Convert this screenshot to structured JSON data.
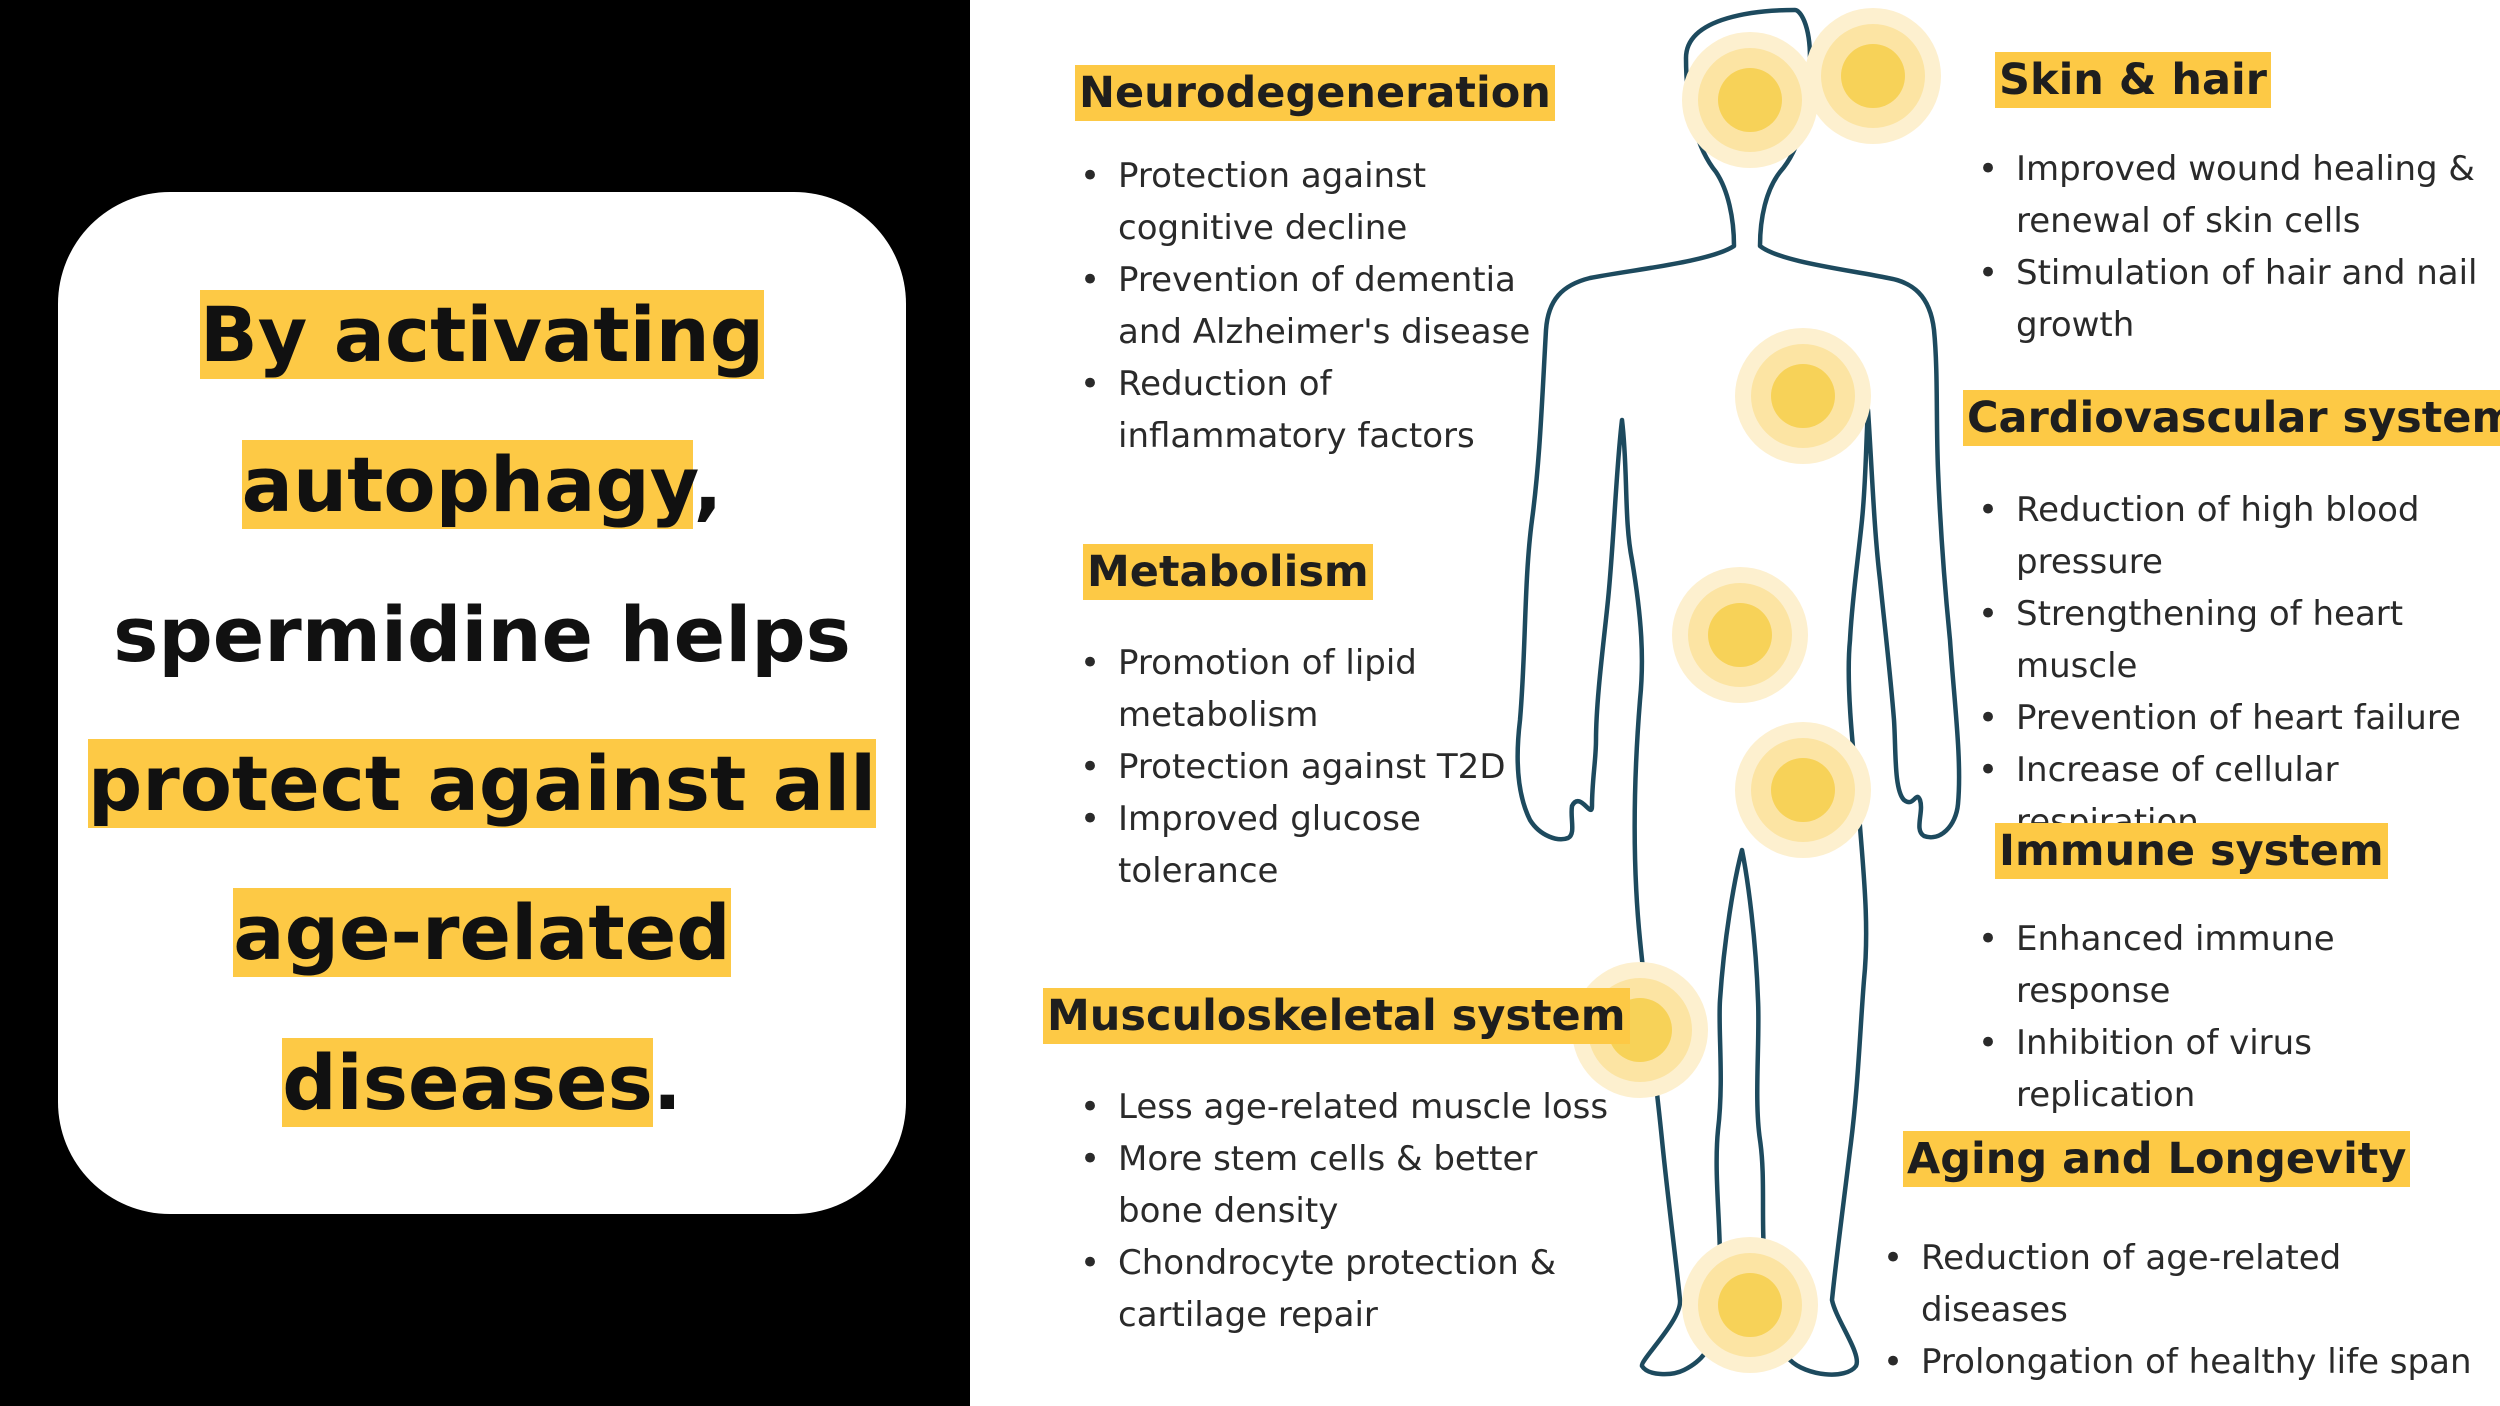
{
  "claim": {
    "line1": "By activating ",
    "line2_hl": "autophagy",
    "line2_rest": ",",
    "line3": "spermidine helps",
    "line4": "protect against all ",
    "line5": "age-related ",
    "line6_hl": "diseases",
    "line6_rest": "."
  },
  "sections": [
    {
      "title": "Neurodegeneration",
      "items": [
        [
          "Protection against",
          "cognitive decline"
        ],
        [
          "Prevention of dementia",
          "and Alzheimer's disease"
        ],
        [
          "Reduction of",
          "inflammatory factors"
        ]
      ]
    },
    {
      "title": "Metabolism",
      "items": [
        [
          "Promotion of lipid",
          "metabolism"
        ],
        [
          "Protection against T2D"
        ],
        [
          "Improved glucose",
          "tolerance"
        ]
      ]
    },
    {
      "title": "Musculoskeletal system",
      "items": [
        [
          "Less age-related muscle loss"
        ],
        [
          "More stem cells & better",
          "bone density"
        ],
        [
          "Chondrocyte protection &",
          "cartilage repair"
        ]
      ]
    },
    {
      "title": "Skin & hair",
      "items": [
        [
          "Improved wound healing &",
          "renewal of skin cells"
        ],
        [
          "Stimulation of hair and nail",
          "growth"
        ]
      ]
    },
    {
      "title": "Cardiovascular system",
      "items": [
        [
          "Reduction of high blood",
          "pressure"
        ],
        [
          "Strengthening of heart muscle"
        ],
        [
          "Prevention of heart failure"
        ],
        [
          "Increase of cellular respiration"
        ]
      ]
    },
    {
      "title": "Immune system",
      "items": [
        [
          "Enhanced immune",
          "response"
        ],
        [
          "Inhibition of virus replication"
        ]
      ]
    },
    {
      "title": "Aging and Longevity",
      "items": [
        [
          "Reduction of age-related",
          "diseases"
        ],
        [
          "Prolongation of healthy life span"
        ]
      ]
    }
  ],
  "colors": {
    "accent": "#fdc945",
    "outline": "#1d4a5e",
    "background_left": "#000000"
  },
  "icons": [
    "human-body-outline",
    "glow-marker"
  ]
}
